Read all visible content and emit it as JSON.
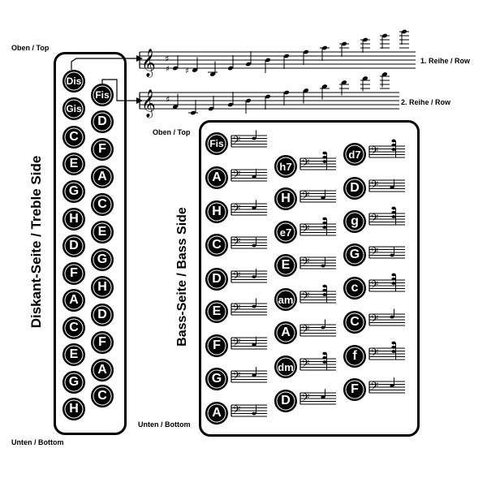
{
  "labels": {
    "top_left": "Oben / Top",
    "top_mid": "Oben / Top",
    "bottom_left": "Unten / Bottom",
    "bottom_mid": "Unten / Bottom",
    "row1": "1. Reihe / Row",
    "row2": "2. Reihe / Row"
  },
  "treble": {
    "title": "Diskant-Seite / Treble Side",
    "row1": [
      "Dis",
      "Gis",
      "C",
      "E",
      "G",
      "H",
      "D",
      "F",
      "A",
      "C",
      "E",
      "G",
      "H"
    ],
    "row2": [
      "Fis",
      "D",
      "F",
      "A",
      "C",
      "E",
      "G",
      "H",
      "D",
      "F",
      "A",
      "C"
    ]
  },
  "bass": {
    "title": "Bass-Seite / Bass Side",
    "col1": [
      "Fis",
      "A",
      "H",
      "C",
      "D",
      "E",
      "F",
      "G",
      "A"
    ],
    "col2": [
      "h7",
      "H",
      "e7",
      "E",
      "am",
      "A",
      "dm",
      "D"
    ],
    "col3": [
      "d7",
      "D",
      "g",
      "G",
      "c",
      "C",
      "f",
      "F"
    ]
  }
}
